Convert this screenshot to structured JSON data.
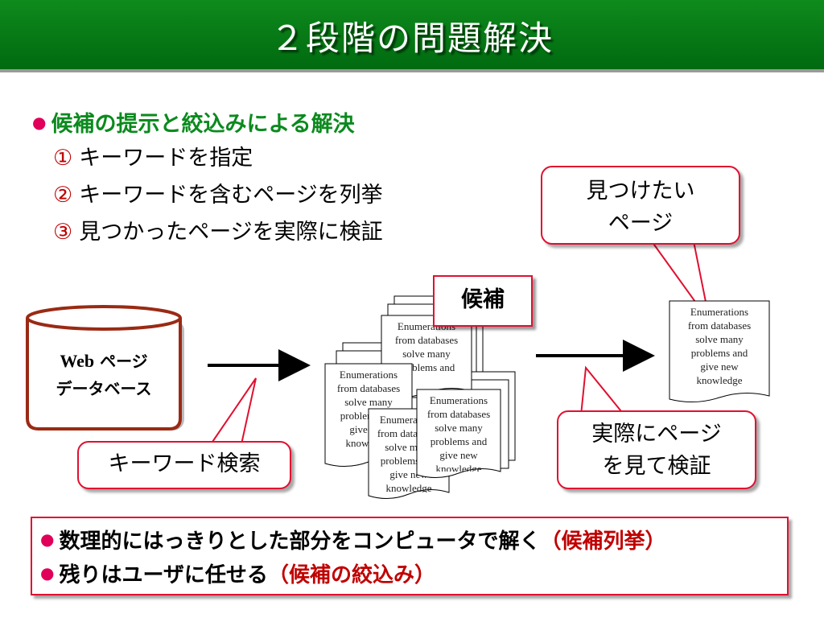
{
  "title": "２段階の問題解決",
  "heading": "候補の提示と絞込みによる解決",
  "steps": [
    {
      "num": "①",
      "text": "キーワードを指定"
    },
    {
      "num": "②",
      "text": "キーワードを含むページを列挙"
    },
    {
      "num": "③",
      "text": "見つかったページを実際に検証"
    }
  ],
  "database": {
    "line1": "Web",
    "line1b": "ページ",
    "line2": "データベース"
  },
  "callouts": {
    "target_line1": "見つけたい",
    "target_line2": "ページ",
    "keyword": "キーワード検索",
    "verify_line1": "実際にページ",
    "verify_line2": "を見て検証"
  },
  "candidate_label": "候補",
  "doc_text": [
    "Enumerations",
    "from databases",
    "solve many",
    "problems and",
    "give new",
    "knowledge"
  ],
  "target_doc_text": [
    "Enumerations",
    "from databases",
    "solve many",
    "problems and",
    "give new",
    "knowledge"
  ],
  "notes": [
    {
      "bullet": "•",
      "text": "数理的にはっきりとした部分をコンピュータで解く",
      "highlight": "（候補列挙）"
    },
    {
      "bullet": "•",
      "text": "残りはユーザに任せる",
      "highlight": "（候補の絞込み）"
    }
  ],
  "colors": {
    "title_bg": "#0f8a1c",
    "heading": "#0b8a1e",
    "accent_red": "#c00000",
    "callout_border": "#e01030",
    "db_border": "#9a2a14"
  }
}
